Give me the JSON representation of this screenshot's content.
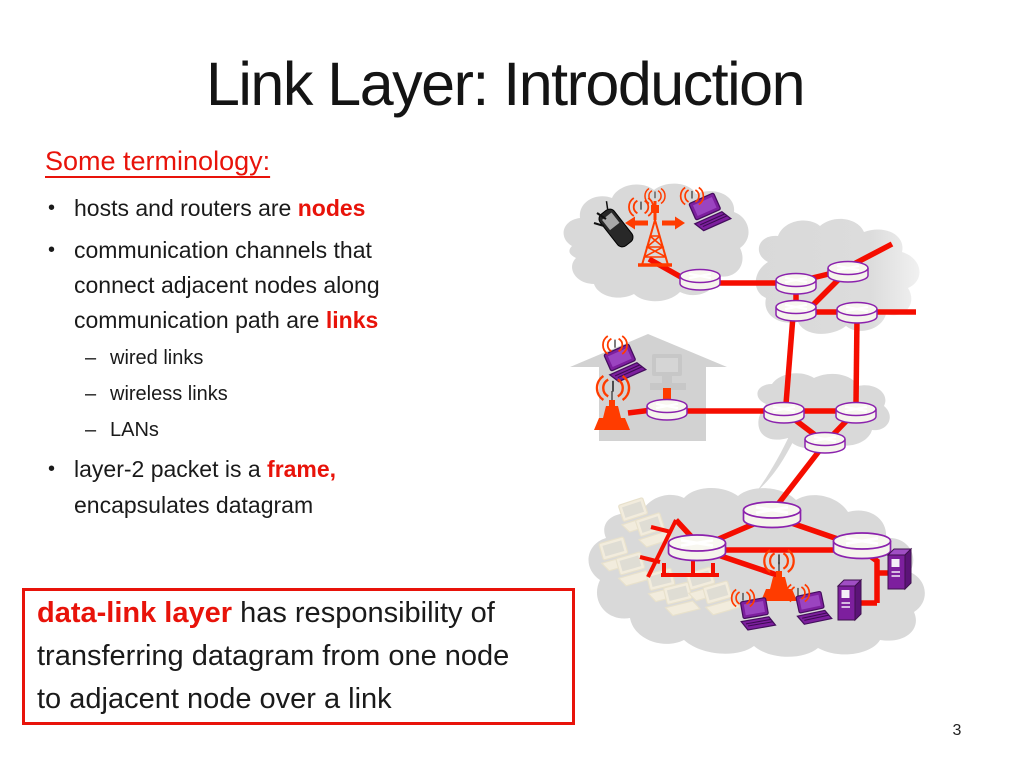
{
  "slide": {
    "title": "Link Layer: Introduction",
    "section_heading": "Some terminology:",
    "bullets": {
      "b1_pre": "hosts and routers are ",
      "b1_term": "nodes",
      "b2_pre": "communication channels that connect adjacent nodes along communication path are ",
      "b2_term": "links",
      "sub": [
        "wired links",
        "wireless links",
        "LANs"
      ],
      "b3_pre": "layer-2 packet is a ",
      "b3_term": "frame,",
      "b3_post": " encapsulates datagram"
    },
    "callout": {
      "term": "data-link layer",
      "rest": " has responsibility of\ntransferring datagram from one node\nto adjacent node over a link"
    },
    "page_number": "3",
    "colors": {
      "accent_red": "#e8130a",
      "link_red": "#f50d00",
      "cloud_gray": "#d9d9d9",
      "device_purple": "#7d1f9e",
      "device_orange": "#ff3c00"
    }
  }
}
